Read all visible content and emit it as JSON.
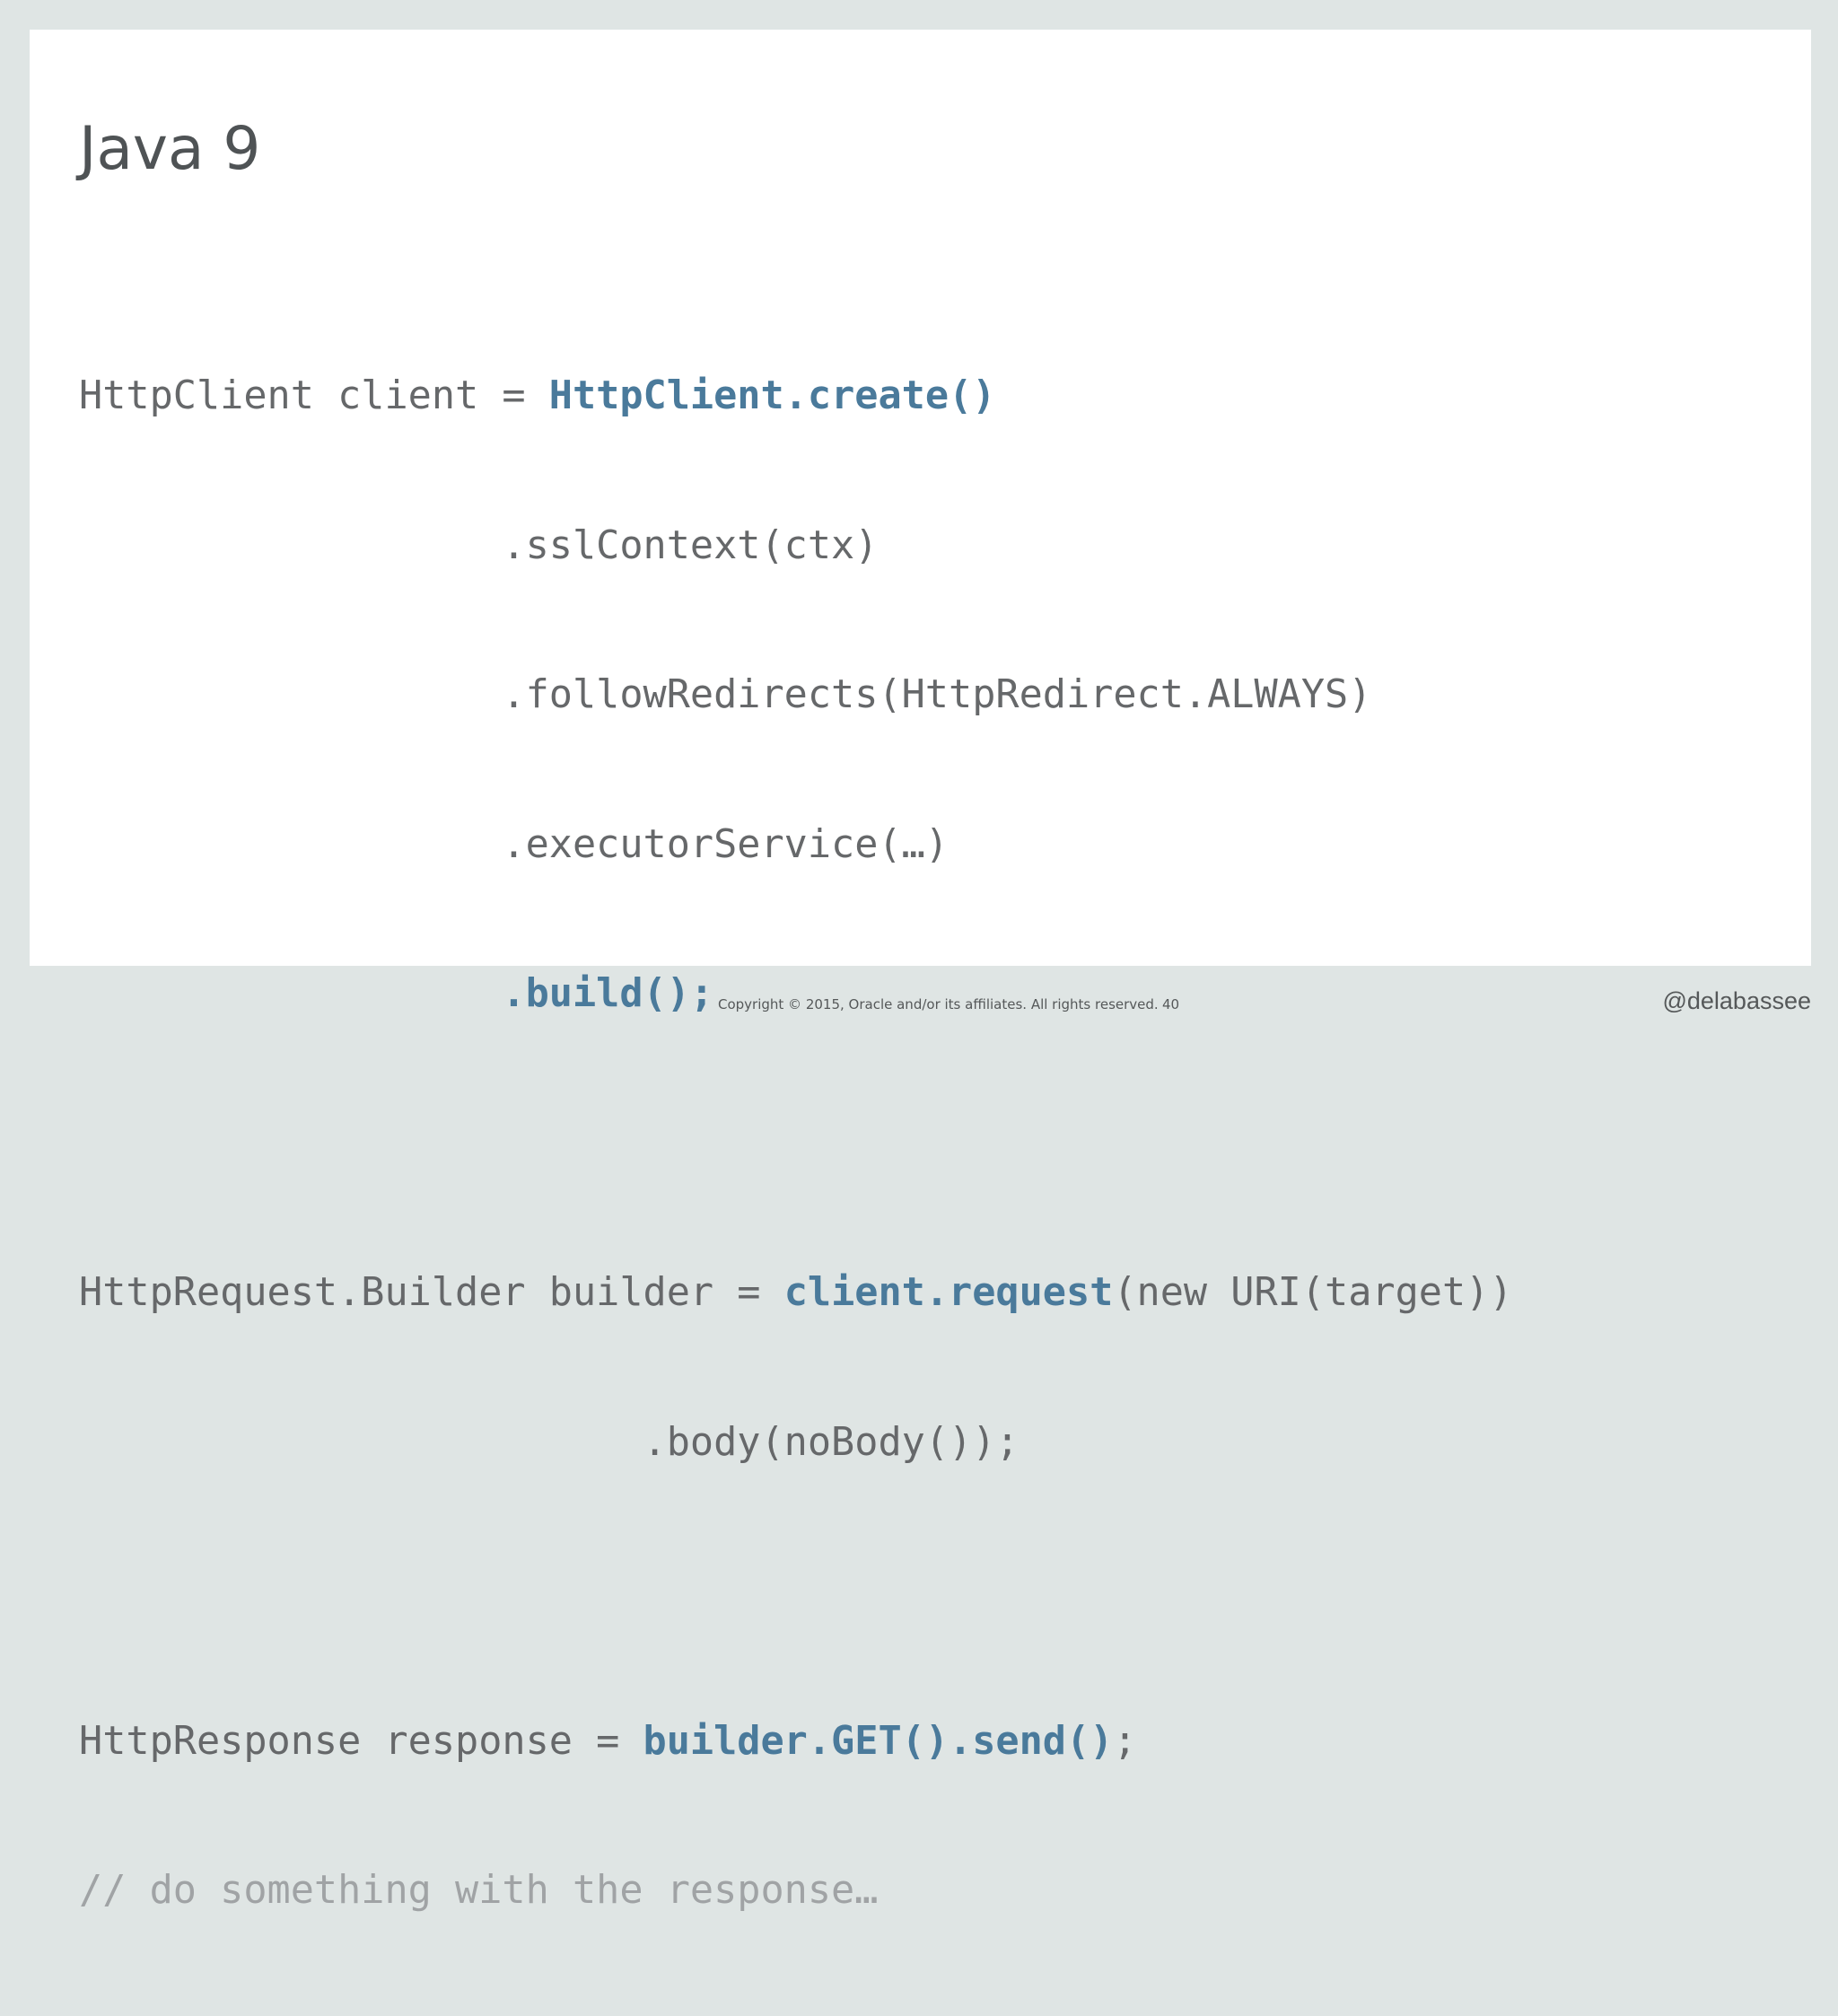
{
  "slide": {
    "title": "Java 9"
  },
  "code": {
    "line1": {
      "a": "HttpClient client = ",
      "b": "HttpClient.create()"
    },
    "line2": ".sslContext(ctx)",
    "line3": ".followRedirects(HttpRedirect.ALWAYS)",
    "line4": ".executorService(…)",
    "line5": ".build();",
    "line7": {
      "a": "HttpRequest.Builder builder = ",
      "b": "client.request",
      "c": "(new URI(target))"
    },
    "line8": ".body(noBody());",
    "line10": {
      "a": "HttpResponse response = ",
      "b": "builder.GET().send()",
      "c": ";"
    },
    "line11": "// do something with the response…"
  },
  "footer": {
    "copyright": "Copyright © 2015, Oracle and/or its affiliates. All rights reserved.",
    "page_number": "40",
    "handle": "@delabassee"
  },
  "colors": {
    "background": "#dfe5e4",
    "slide": "#ffffff",
    "text": "#66686a",
    "highlight": "#4a7a9b",
    "comment": "#a0a3a5"
  }
}
